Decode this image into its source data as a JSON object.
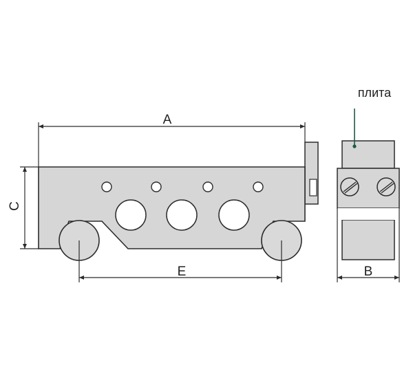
{
  "labels": {
    "dim_a": "A",
    "dim_b": "B",
    "dim_c": "C",
    "dim_e": "E",
    "plate": "плита"
  },
  "colors": {
    "body_fill": "#d6d6d6",
    "roller_fill": "#d9d9d9",
    "outline": "#2b2b2b",
    "leader_line": "#1f5a3f",
    "background": "#ffffff"
  }
}
